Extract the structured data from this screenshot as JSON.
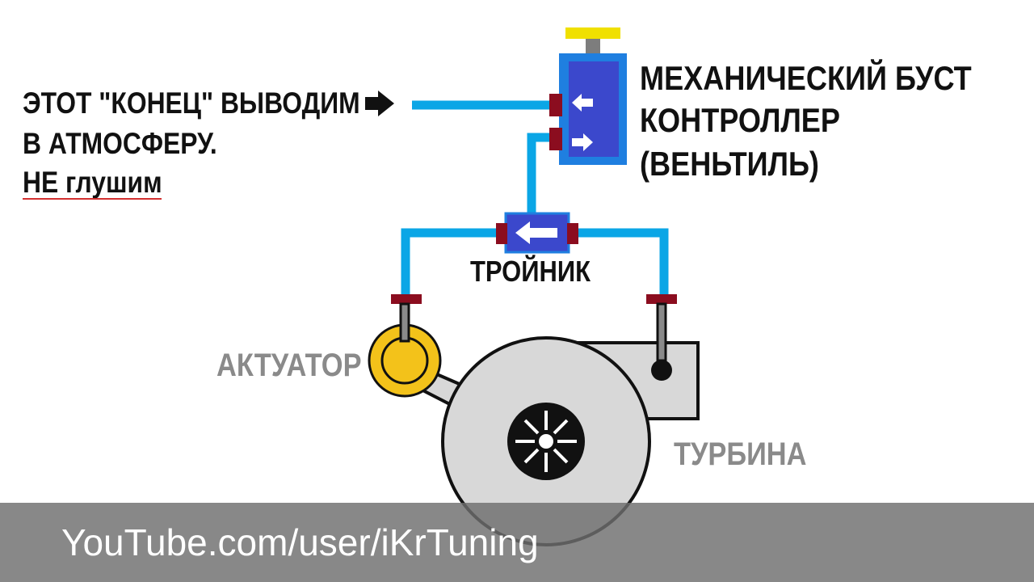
{
  "note": {
    "line1": "ЭТОТ \"КОНЕЦ\" ВЫВОДИМ",
    "line2": "В АТМОСФЕРУ.",
    "line3": "НЕ глушим"
  },
  "controller_label": {
    "line1": "МЕХАНИЧЕСКИЙ БУСТ",
    "line2": "КОНТРОЛЛЕР",
    "line3": "(ВЕНЬТИЛЬ)"
  },
  "tee_label": "ТРОЙНИК",
  "actuator_label": "АКТУАТОР",
  "turbine_label": "ТУРБИНА",
  "footer": "YouTube.com/user/iKrTuning",
  "colors": {
    "hose": "#0aa6e6",
    "valve_body": "#3b48cc",
    "valve_border": "#1f7fe0",
    "fitting": "#8b0d1f",
    "knob": "#f0e000",
    "actuator": "#f3c21a",
    "turbine": "#d8d8d8",
    "text_gray": "#8a8a8a"
  },
  "icons": [
    "arrow-right-icon",
    "arrow-left-icon"
  ]
}
